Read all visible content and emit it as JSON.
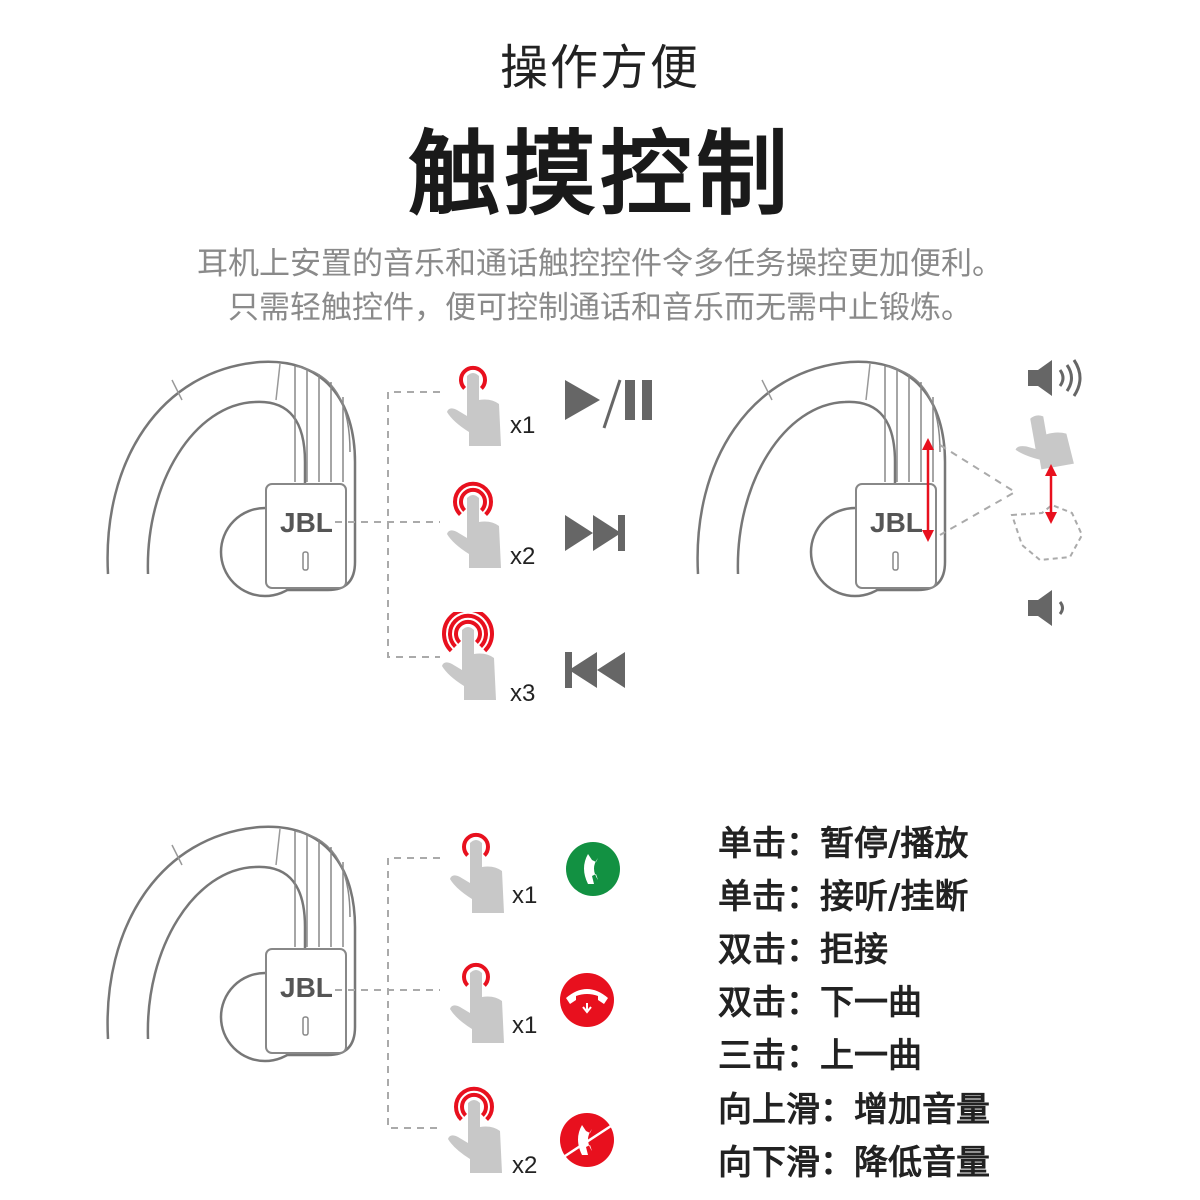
{
  "header": {
    "subtitle_top": "操作方便",
    "title": "触摸控制",
    "desc_line1": "耳机上安置的音乐和通话触控控件令多任务操控更加便利。",
    "desc_line2": "只需轻触控件，便可控制通话和音乐而无需中止锻炼。"
  },
  "brand_logo": "JBL",
  "colors": {
    "accent_red": "#e8101e",
    "answer_green": "#129142",
    "hand_gray": "#c8c8c8",
    "icon_gray": "#666666"
  },
  "music_controls": [
    {
      "taps": "x1",
      "icon": "play-pause-icon"
    },
    {
      "taps": "x2",
      "icon": "next-track-icon"
    },
    {
      "taps": "x3",
      "icon": "previous-track-icon"
    }
  ],
  "volume_controls": [
    {
      "icon": "volume-up-icon"
    },
    {
      "icon": "volume-down-icon"
    }
  ],
  "call_controls": [
    {
      "taps": "x1",
      "icon": "answer-call-icon"
    },
    {
      "taps": "x1",
      "icon": "hang-up-icon"
    },
    {
      "taps": "x2",
      "icon": "reject-call-icon"
    }
  ],
  "legend": [
    {
      "action": "单击：",
      "result": "暂停/播放"
    },
    {
      "action": "单击：",
      "result": "接听/挂断"
    },
    {
      "action": "双击：",
      "result": "拒接"
    },
    {
      "action": "双击：",
      "result": "下一曲"
    },
    {
      "action": "三击：",
      "result": "上一曲"
    },
    {
      "action": "向上滑：",
      "result": "增加音量"
    },
    {
      "action": "向下滑：",
      "result": "降低音量"
    }
  ]
}
